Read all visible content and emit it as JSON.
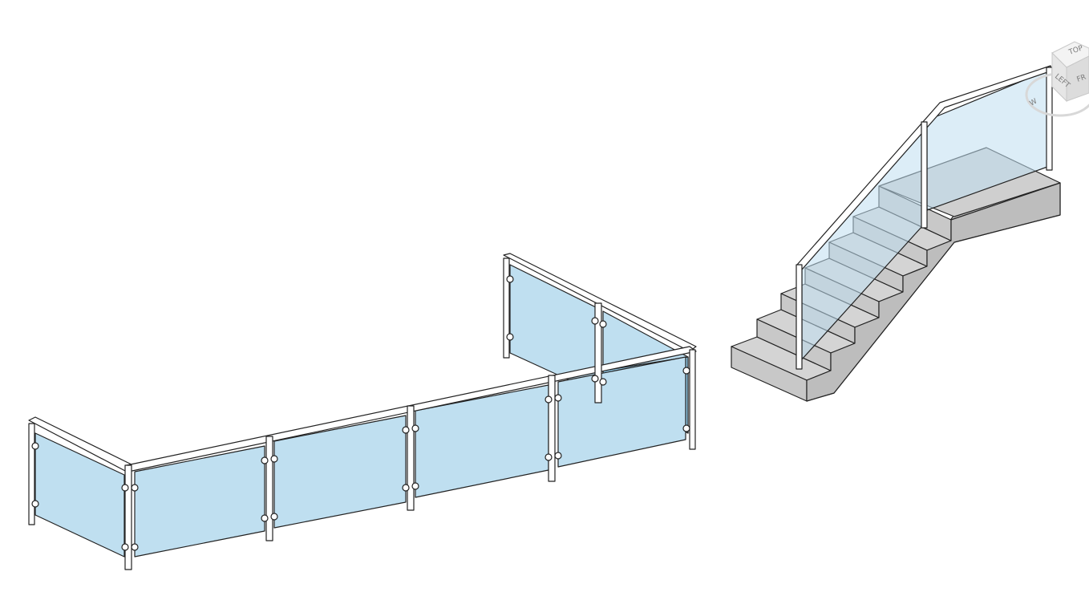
{
  "view": {
    "background": "#ffffff",
    "glass_color": "#bfdff0",
    "glass_dark_color": "#8ec4e0",
    "stair_color": "#d4d4d4",
    "stair_top_color": "#cfcfcf",
    "stair_side_color": "#bdbdbd",
    "edge_color": "#222222"
  },
  "viewcube": {
    "faces": {
      "left": "LEFT",
      "front": "FR",
      "top": "TOP"
    },
    "compass": "W"
  },
  "objects": [
    {
      "name": "glass-railing-l-shaped",
      "kind": "railing"
    },
    {
      "name": "stair-with-glass-railing",
      "kind": "stair"
    }
  ]
}
